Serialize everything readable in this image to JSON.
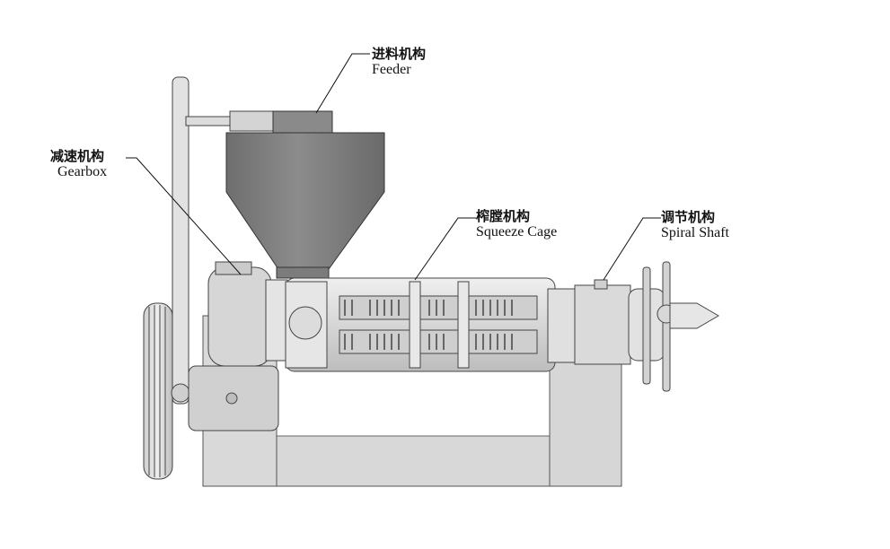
{
  "labels": {
    "feeder": {
      "zh": "进料机构",
      "en": "Feeder"
    },
    "gearbox": {
      "zh": "减速机构",
      "en": "Gearbox"
    },
    "cage": {
      "zh": "榨膛机构",
      "en": "Squeeze Cage"
    },
    "spiral": {
      "zh": "调节机构",
      "en": "Spiral Shaft"
    }
  },
  "colors": {
    "background": "#ffffff",
    "body_light": "#d9d9d9",
    "body_mid": "#c4c4c4",
    "body_dark": "#8a8a8a",
    "hopper": "#7a7a7a",
    "outline": "#3a3a3a",
    "leader_line": "#111111"
  }
}
